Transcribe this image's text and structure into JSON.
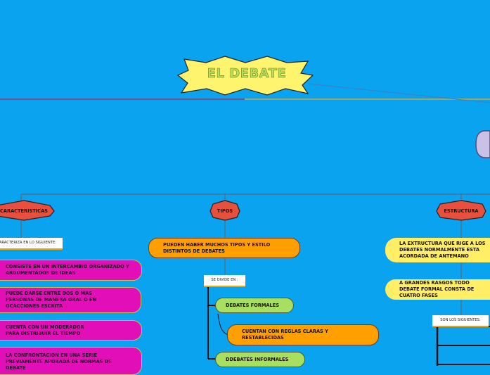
{
  "title": "EL DEBATE",
  "branches": {
    "caracteristicas": "CARACTERISTICAS",
    "tipos": "TIPOS",
    "estructura": "ESTRUCTURA"
  },
  "caracteristicas": {
    "connector": "SE CARACTERIZA EN LO SIGUIENTE:",
    "items": [
      "CONSISTE EN UN INTERCAMBIO ORGANIZADO Y ARGUMENTADOS DE IDEAS",
      "PUEDE DARSE ENTRE DOS O MAS PERSONAS DE MANERA ORAL O EN OCACCIONES ESCRITA",
      "CUENTA CON UN MODERADOR PARA DISTRIBUIR EL TIEMPO",
      "LA CONFRONTACION EN UNA SERIE PREVIAMENTE APORADA DE NORMAS DE DEBATE"
    ]
  },
  "tipos": {
    "intro": "PUEDEN HABER MUCHOS TIPOS Y ESTILO DISTINTOS DE DEBATES",
    "connector": "SE DIVIDE EN :",
    "formales": "DEBATES FORMALES",
    "formales_detail": "CUENTAN CON REGLAS CLARAS Y RESTABLECIDAS",
    "informales": "DDEBATES INFORMALES"
  },
  "estructura": {
    "item1": "LA EXTRUCTURA QUE RIGE A LOS DEBATES NORMALMENTE ESTA ACORDADA DE ANTEMANO",
    "item2": "A GRANDES RASGOS TODO DEBATE FORMAL CONSTA DE CUATRO FASES",
    "connector": "SON LOS SIGUIENTES:"
  },
  "colors": {
    "background": "#0aa3ef",
    "title_fill": "#fff46e",
    "title_text": "#b9e15a",
    "branch_fill": "#e8503e",
    "pink": "#e20fb8",
    "orange": "#ffa000",
    "green": "#a8df60",
    "yellow": "#ffee66"
  }
}
